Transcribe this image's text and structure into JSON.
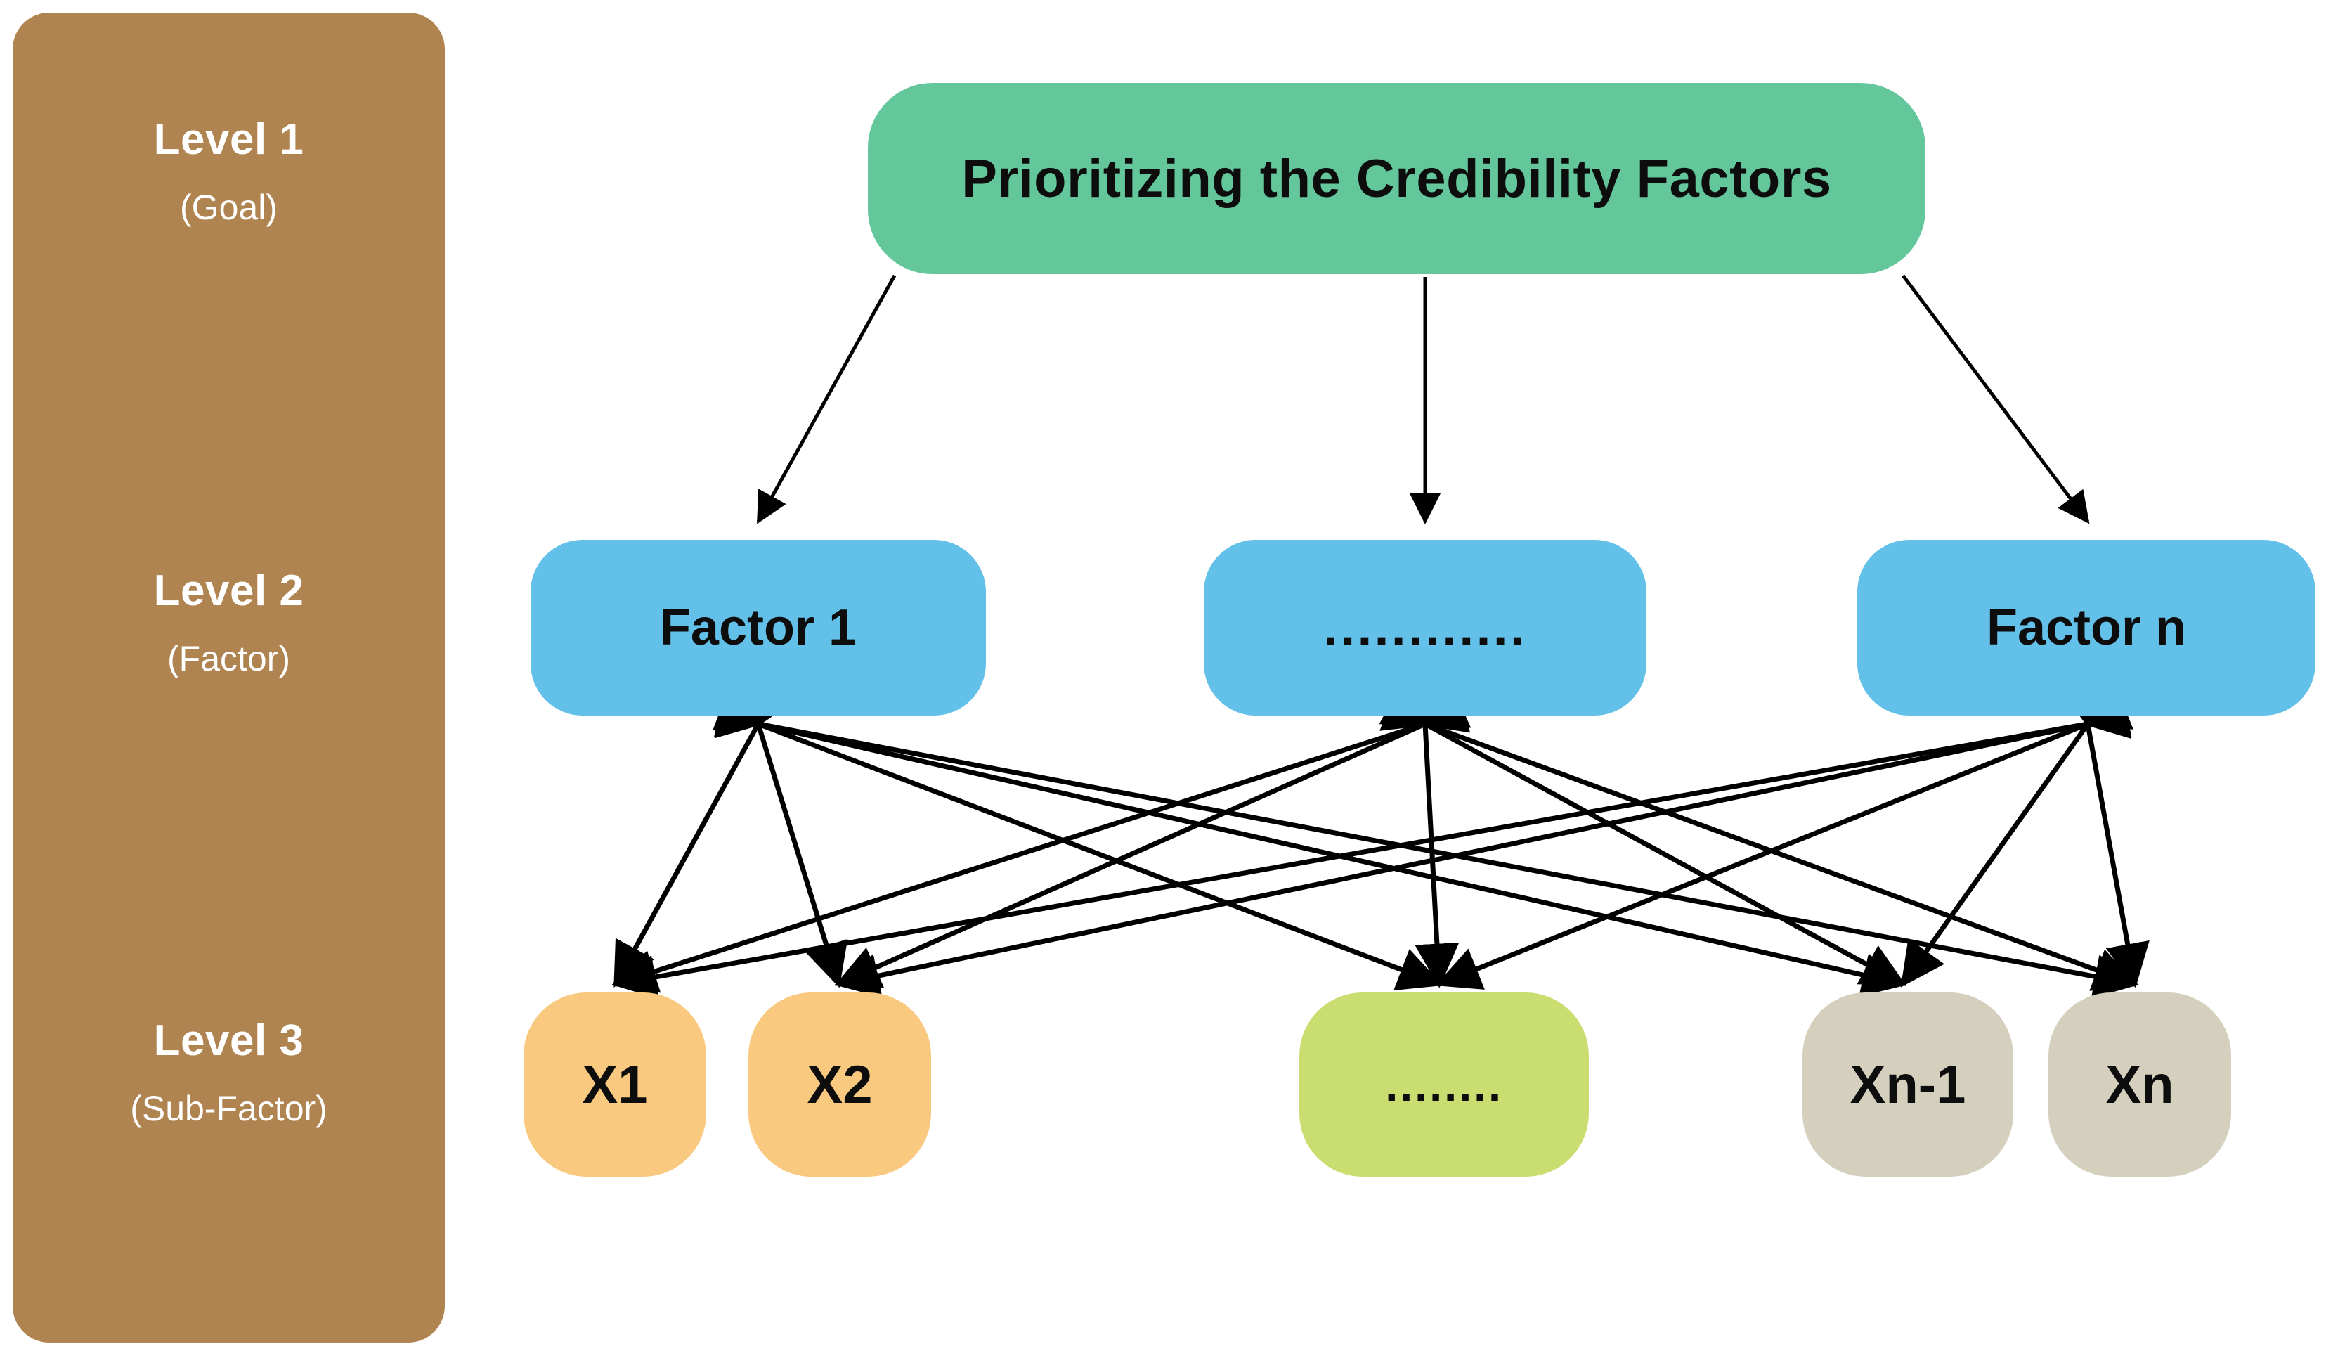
{
  "legend": {
    "levels": [
      {
        "title": "Level 1",
        "subtitle": "(Goal)"
      },
      {
        "title": "Level 2",
        "subtitle": "(Factor)"
      },
      {
        "title": "Level 3",
        "subtitle": "(Sub-Factor)"
      }
    ],
    "panel_color": "#b08450",
    "text_color": "#ffffff"
  },
  "diagram": {
    "type": "ahp-hierarchy",
    "goal": {
      "label": "Prioritizing the Credibility Factors",
      "color": "#63c79b"
    },
    "factors": [
      {
        "label": "Factor 1",
        "color": "#63c0e8"
      },
      {
        "label": "............",
        "color": "#63c0e8"
      },
      {
        "label": "Factor n",
        "color": "#63c0e8"
      }
    ],
    "subfactors": [
      {
        "label": "X1",
        "color": "#fac980"
      },
      {
        "label": "X2",
        "color": "#fac980"
      },
      {
        "label": "........",
        "color": "#c9dd70"
      },
      {
        "label": "Xn-1",
        "color": "#d5cfbe"
      },
      {
        "label": "Xn",
        "color": "#d5cfbe"
      }
    ],
    "edges": {
      "goal_to_factors": "single-headed arrows from goal down to each factor",
      "factors_to_subfactors": "double-headed arrows fully connecting every factor to every sub-factor",
      "arrow_color": "#000000"
    }
  }
}
